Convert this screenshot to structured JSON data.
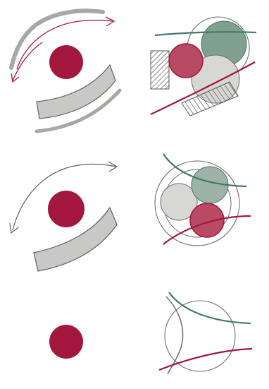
{
  "colors": {
    "crimson": "#a3173c",
    "crimson_light": "#b84a64",
    "gray_fill": "#c8c9c6",
    "gray_stroke": "#5f615e",
    "gray_band": "#a5a8a3",
    "green": "#3f7a68",
    "green_fill": "#7f9f8f",
    "outline": "#6c6e6b",
    "hatch": "#555855",
    "background": "#ffffff"
  },
  "panels": [
    {
      "id": "row1-left",
      "elements": [
        "curved-arrow-upper",
        "curved-arrow-lower",
        "crimson-dot",
        "gray-band"
      ]
    },
    {
      "id": "row1-right",
      "elements": [
        "large-circle",
        "green-circle",
        "crimson-circle",
        "gray-circle",
        "hatched-block-left",
        "hatched-block-bottom",
        "green-line",
        "crimson-line"
      ]
    },
    {
      "id": "row2-left",
      "elements": [
        "curved-arrow",
        "crimson-dot",
        "gray-band"
      ]
    },
    {
      "id": "row2-right",
      "elements": [
        "outer-circle",
        "inner-circle",
        "gray-circle",
        "green-circle",
        "crimson-circle",
        "green-curve",
        "crimson-curve"
      ]
    },
    {
      "id": "row3-left",
      "elements": [
        "crimson-dot"
      ]
    },
    {
      "id": "row3-right",
      "elements": [
        "outline-circle",
        "gray-curve",
        "green-curve",
        "crimson-curve"
      ]
    }
  ]
}
